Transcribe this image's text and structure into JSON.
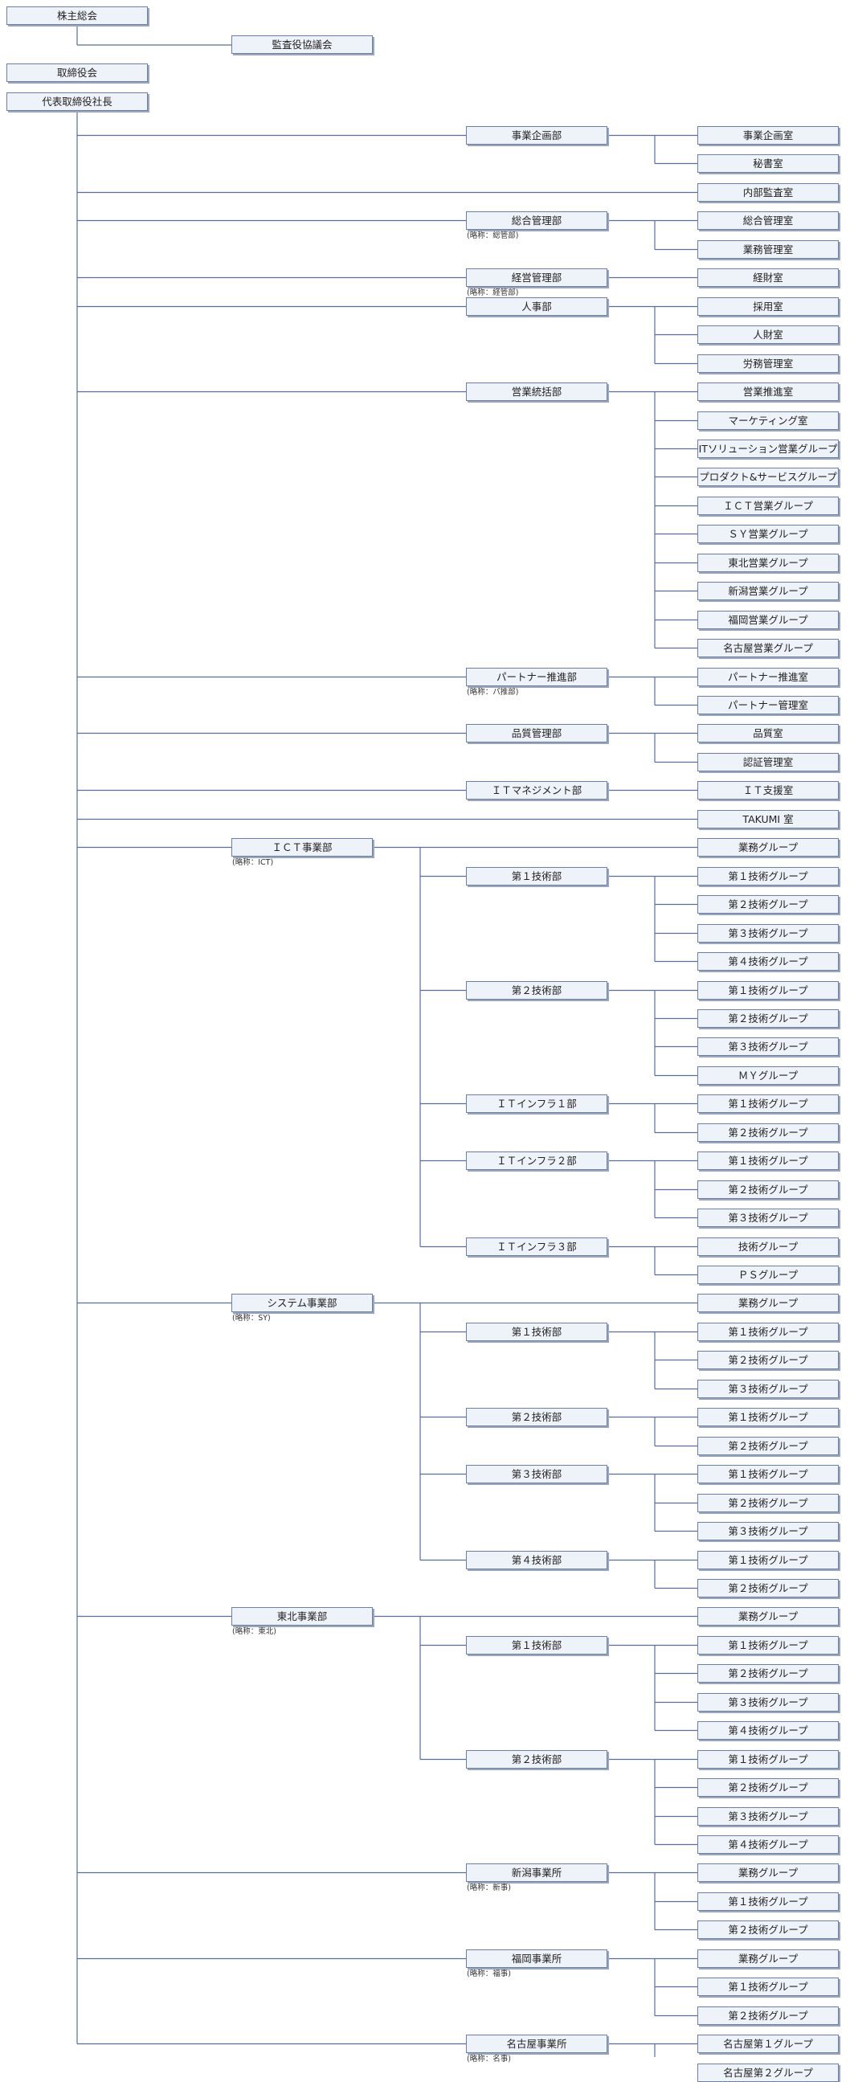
{
  "top": [
    {
      "name": "株主総会",
      "children": [
        {
          "name": "監査役協議会"
        }
      ]
    },
    {
      "name": "取締役会"
    }
  ],
  "president": {
    "name": "代表取締役社長",
    "children": [
      {
        "name": "事業企画部",
        "children": [
          {
            "name": "事業企画室"
          },
          {
            "name": "秘書室"
          }
        ]
      },
      {
        "name": "内部監査室"
      },
      {
        "name": "総合管理部",
        "note": "(略称：総管部)",
        "children": [
          {
            "name": "総合管理室"
          },
          {
            "name": "業務管理室"
          }
        ]
      },
      {
        "name": "経営管理部",
        "note": "(略称：経管部)",
        "children": [
          {
            "name": "経財室"
          }
        ]
      },
      {
        "name": "人事部",
        "children": [
          {
            "name": "採用室"
          },
          {
            "name": "人財室"
          },
          {
            "name": "労務管理室"
          }
        ]
      },
      {
        "name": "営業統括部",
        "children": [
          {
            "name": "営業推進室"
          },
          {
            "name": "マーケティング室"
          },
          {
            "name": "ITソリューション営業グループ"
          },
          {
            "name": "プロダクト&サービスグループ"
          },
          {
            "name": "ＩＣＴ営業グループ"
          },
          {
            "name": "ＳＹ営業グループ"
          },
          {
            "name": "東北営業グループ"
          },
          {
            "name": "新潟営業グループ"
          },
          {
            "name": "福岡営業グループ"
          },
          {
            "name": "名古屋営業グループ"
          }
        ]
      },
      {
        "name": "パートナー推進部",
        "note": "(略称：パ推部)",
        "children": [
          {
            "name": "パートナー推進室"
          },
          {
            "name": "パートナー管理室"
          }
        ]
      },
      {
        "name": "品質管理部",
        "children": [
          {
            "name": "品質室"
          },
          {
            "name": "認証管理室"
          }
        ]
      },
      {
        "name": "ＩＴマネジメント部",
        "children": [
          {
            "name": "ＩＴ支援室"
          }
        ]
      },
      {
        "name": "TAKUMI 室"
      },
      {
        "name": "ＩＣＴ事業部",
        "note": "(略称：ICT)",
        "children": [
          {
            "name": "業務グループ"
          },
          {
            "name": "第１技術部",
            "children": [
              {
                "name": "第１技術グループ"
              },
              {
                "name": "第２技術グループ"
              },
              {
                "name": "第３技術グループ"
              },
              {
                "name": "第４技術グループ"
              }
            ]
          },
          {
            "name": "第２技術部",
            "children": [
              {
                "name": "第１技術グループ"
              },
              {
                "name": "第２技術グループ"
              },
              {
                "name": "第３技術グループ"
              },
              {
                "name": "ＭＹグループ"
              }
            ]
          },
          {
            "name": "ＩＴインフラ１部",
            "children": [
              {
                "name": "第１技術グループ"
              },
              {
                "name": "第２技術グループ"
              }
            ]
          },
          {
            "name": "ＩＴインフラ２部",
            "children": [
              {
                "name": "第１技術グループ"
              },
              {
                "name": "第２技術グループ"
              },
              {
                "name": "第３技術グループ"
              }
            ]
          },
          {
            "name": "ＩＴインフラ３部",
            "children": [
              {
                "name": "技術グループ"
              },
              {
                "name": "ＰＳグループ"
              }
            ]
          }
        ]
      },
      {
        "name": "システム事業部",
        "note": "(略称：SY)",
        "children": [
          {
            "name": "業務グループ"
          },
          {
            "name": "第１技術部",
            "children": [
              {
                "name": "第１技術グループ"
              },
              {
                "name": "第２技術グループ"
              },
              {
                "name": "第３技術グループ"
              }
            ]
          },
          {
            "name": "第２技術部",
            "children": [
              {
                "name": "第１技術グループ"
              },
              {
                "name": "第２技術グループ"
              }
            ]
          },
          {
            "name": "第３技術部",
            "children": [
              {
                "name": "第１技術グループ"
              },
              {
                "name": "第２技術グループ"
              },
              {
                "name": "第３技術グループ"
              }
            ]
          },
          {
            "name": "第４技術部",
            "children": [
              {
                "name": "第１技術グループ"
              },
              {
                "name": "第２技術グループ"
              }
            ]
          }
        ]
      },
      {
        "name": "東北事業部",
        "note": "(略称：東北)",
        "children": [
          {
            "name": "業務グループ"
          },
          {
            "name": "第１技術部",
            "children": [
              {
                "name": "第１技術グループ"
              },
              {
                "name": "第２技術グループ"
              },
              {
                "name": "第３技術グループ"
              },
              {
                "name": "第４技術グループ"
              }
            ]
          },
          {
            "name": "第２技術部",
            "children": [
              {
                "name": "第１技術グループ"
              },
              {
                "name": "第２技術グループ"
              },
              {
                "name": "第３技術グループ"
              },
              {
                "name": "第４技術グループ"
              }
            ]
          }
        ]
      },
      {
        "name": "新潟事業所",
        "note": "(略称：新事)",
        "children": [
          {
            "name": "業務グループ"
          },
          {
            "name": "第１技術グループ"
          },
          {
            "name": "第２技術グループ"
          }
        ]
      },
      {
        "name": "福岡事業所",
        "note": "(略称：福事)",
        "children": [
          {
            "name": "業務グループ"
          },
          {
            "name": "第１技術グループ"
          },
          {
            "name": "第２技術グループ"
          }
        ]
      },
      {
        "name": "名古屋事業所",
        "note": "(略称：名事)",
        "children": [
          {
            "name": "名古屋第１グループ"
          },
          {
            "name": "名古屋第２グループ"
          }
        ]
      }
    ]
  }
}
